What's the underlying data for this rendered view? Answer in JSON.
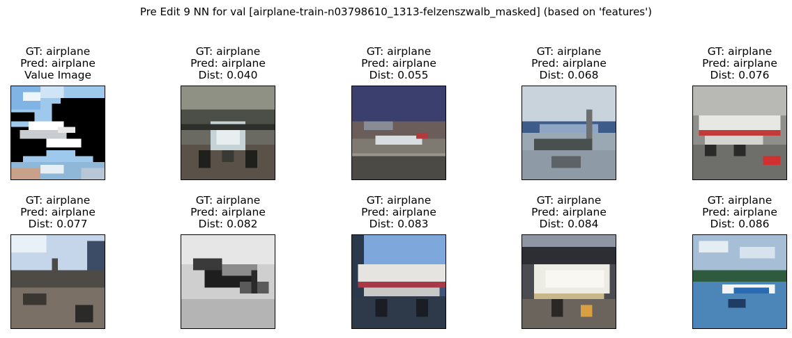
{
  "figure": {
    "suptitle": "Pre Edit 9 NN for val [airplane-train-n03798610_1313-felzenszwalb_masked] (based on 'features')"
  },
  "panels": [
    {
      "gt": "GT: airplane",
      "pred": "Pred: airplane",
      "third": "Value Image",
      "icon": "masked-airplane-thumbnail"
    },
    {
      "gt": "GT: airplane",
      "pred": "Pred: airplane",
      "third": "Dist: 0.040",
      "icon": "airplane-thumbnail"
    },
    {
      "gt": "GT: airplane",
      "pred": "Pred: airplane",
      "third": "Dist: 0.055",
      "icon": "airplane-thumbnail"
    },
    {
      "gt": "GT: airplane",
      "pred": "Pred: airplane",
      "third": "Dist: 0.068",
      "icon": "airplane-thumbnail"
    },
    {
      "gt": "GT: airplane",
      "pred": "Pred: airplane",
      "third": "Dist: 0.076",
      "icon": "airplane-thumbnail"
    },
    {
      "gt": "GT: airplane",
      "pred": "Pred: airplane",
      "third": "Dist: 0.077",
      "icon": "airplane-thumbnail"
    },
    {
      "gt": "GT: airplane",
      "pred": "Pred: airplane",
      "third": "Dist: 0.082",
      "icon": "airplane-thumbnail"
    },
    {
      "gt": "GT: airplane",
      "pred": "Pred: airplane",
      "third": "Dist: 0.083",
      "icon": "airplane-thumbnail"
    },
    {
      "gt": "GT: airplane",
      "pred": "Pred: airplane",
      "third": "Dist: 0.084",
      "icon": "airplane-thumbnail"
    },
    {
      "gt": "GT: airplane",
      "pred": "Pred: airplane",
      "third": "Dist: 0.086",
      "icon": "airplane-thumbnail"
    }
  ]
}
